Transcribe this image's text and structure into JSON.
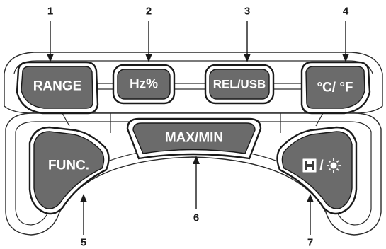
{
  "buttons": {
    "range": "RANGE",
    "hz": "Hz%",
    "rel_usb": "REL/USB",
    "temp": "°C/ °F",
    "func": "FUNC.",
    "max_min": "MAX/MIN",
    "hold_light_separator": "/"
  },
  "callouts": [
    "1",
    "2",
    "3",
    "4",
    "5",
    "6",
    "7"
  ],
  "icons": {
    "hold": "hold-h-icon",
    "backlight": "sun-icon"
  },
  "colors": {
    "button_fill": "#6b6b6b",
    "outline": "#1a1a1a",
    "label": "#ffffff"
  }
}
